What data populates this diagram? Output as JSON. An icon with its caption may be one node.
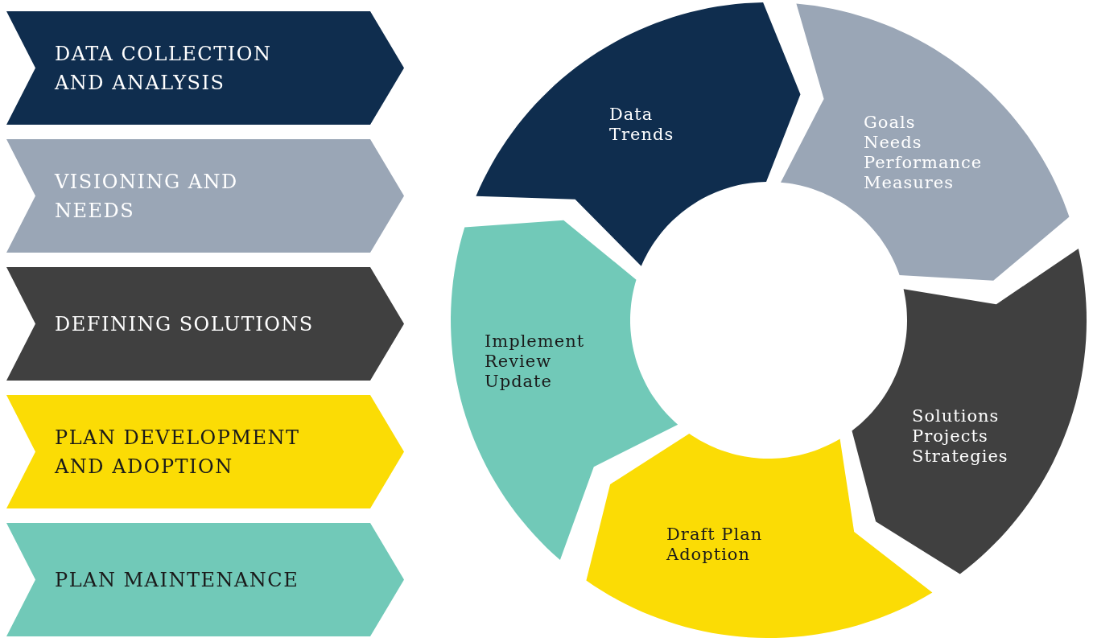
{
  "diagram": {
    "nodes": [
      {
        "text": [
          "DATA COLLECTION AND ANALYSIS"
        ]
      },
      {
        "text": [
          "VISIONING AND NEEDS"
        ]
      },
      {
        "text": [
          "DEFINING SOLUTIONS"
        ]
      },
      {
        "text": [
          "PLAN DEVELOPMENT AND ADOPTION"
        ]
      },
      {
        "text": [
          "PLAN MAINTENANCE"
        ]
      },
      {
        "text": [
          "Data",
          "Trends"
        ]
      },
      {
        "text": [
          "Goals",
          "Needs",
          "Performance Measures"
        ]
      },
      {
        "text": [
          "Solutions",
          "Projects",
          "Strategies"
        ]
      },
      {
        "text": [
          "Draft Plan",
          "Adoption"
        ]
      },
      {
        "text": [
          "Implement",
          "Review",
          "Update"
        ]
      }
    ]
  }
}
